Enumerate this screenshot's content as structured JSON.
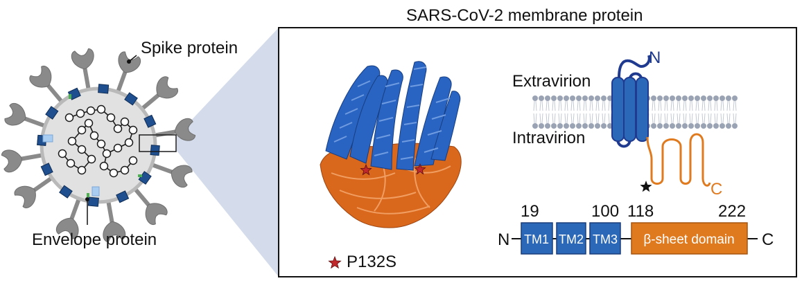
{
  "title": "SARS-CoV-2 membrane protein",
  "labels": {
    "spike": "Spike protein",
    "envelope": "Envelope protein",
    "extravirion": "Extravirion",
    "intravirion": "Intravirion",
    "n_terminus": "N",
    "c_terminus": "C"
  },
  "legend": {
    "mutation": "P132S"
  },
  "domain_map": {
    "positions": [
      "19",
      "100",
      "118",
      "222"
    ],
    "n_label": "N",
    "c_label": "C",
    "domains": [
      "TM1",
      "TM2",
      "TM3",
      "β-sheet domain"
    ]
  },
  "colors": {
    "tm_blue": "#2c68b8",
    "dark_blue": "#1f3a8f",
    "orange": "#e07a1f",
    "star_red": "#c0282b",
    "spike_gray": "#8a8a8a",
    "membrane_gray": "#9aa3b3",
    "zoom_wedge": "#cfd6e6"
  }
}
